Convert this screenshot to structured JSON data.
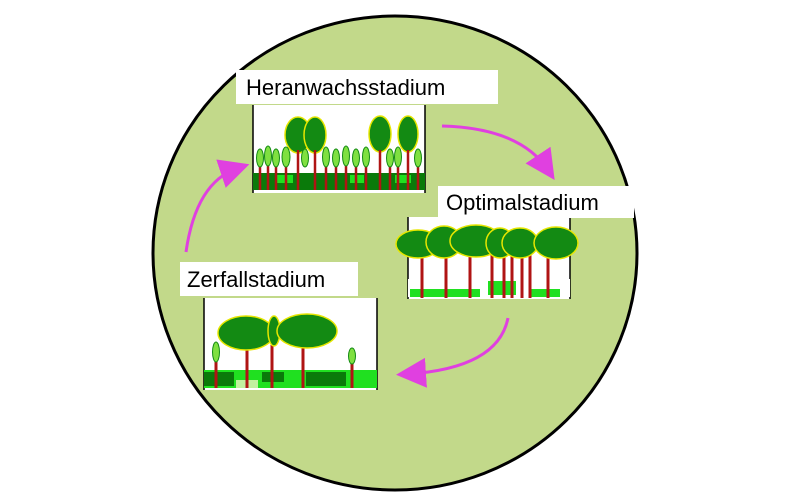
{
  "stages": [
    {
      "id": "heranwachs",
      "label": "Heranwachsstadium"
    },
    {
      "id": "optimal",
      "label": "Optimalstadium"
    },
    {
      "id": "zerfall",
      "label": "Zerfallstadium"
    }
  ],
  "colors": {
    "circle_fill": "#c2d98a",
    "arrow": "#e040e0",
    "crown": "#138a13",
    "crown_edge": "#e6e600",
    "young_tree": "#7fe040",
    "trunk": "#b01414",
    "ground_dark": "#0a7a0a",
    "ground_light": "#20e020"
  }
}
